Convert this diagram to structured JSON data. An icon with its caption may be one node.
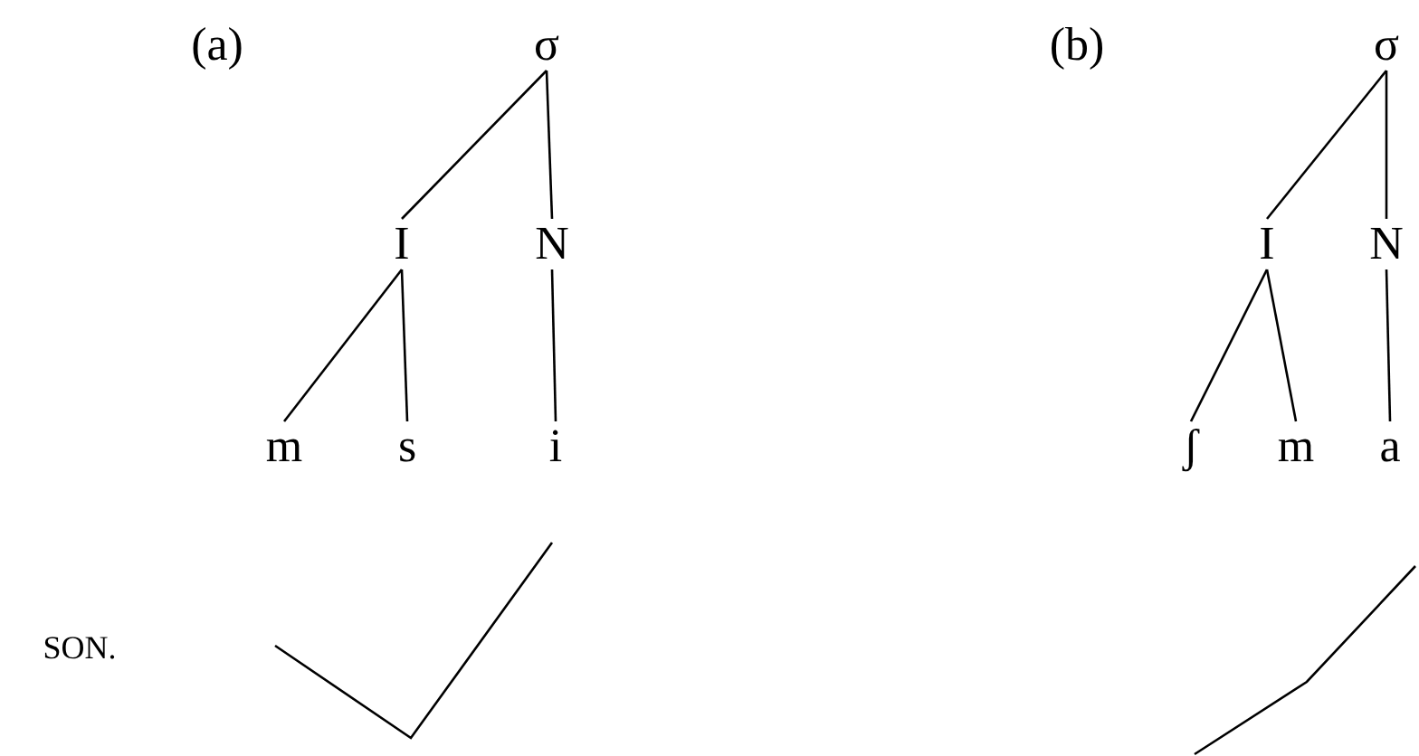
{
  "diagram": {
    "nodes": [
      {
        "text": [
          "σ"
        ]
      },
      {
        "text": [
          "I"
        ]
      },
      {
        "text": [
          "N"
        ]
      },
      {
        "text": [
          "m"
        ]
      },
      {
        "text": [
          "s"
        ]
      },
      {
        "text": [
          "i"
        ]
      },
      {
        "text": [
          "σ"
        ]
      },
      {
        "text": [
          "I"
        ]
      },
      {
        "text": [
          "N"
        ]
      },
      {
        "text": [
          "ʃ"
        ]
      },
      {
        "text": [
          "m"
        ]
      },
      {
        "text": [
          "a"
        ]
      }
    ],
    "edges": [
      {
        "from": 0,
        "to": 1,
        "arrow": "none"
      },
      {
        "from": 0,
        "to": 2,
        "arrow": "none"
      },
      {
        "from": 1,
        "to": 3,
        "arrow": "none"
      },
      {
        "from": 1,
        "to": 4,
        "arrow": "none"
      },
      {
        "from": 2,
        "to": 5,
        "arrow": "none"
      },
      {
        "from": 6,
        "to": 7,
        "arrow": "none"
      },
      {
        "from": 6,
        "to": 8,
        "arrow": "none"
      },
      {
        "from": 7,
        "to": 9,
        "arrow": "none"
      },
      {
        "from": 7,
        "to": 10,
        "arrow": "none"
      },
      {
        "from": 8,
        "to": 11,
        "arrow": "none"
      }
    ],
    "labels": [
      "(a)",
      "(b)",
      "SON."
    ]
  }
}
